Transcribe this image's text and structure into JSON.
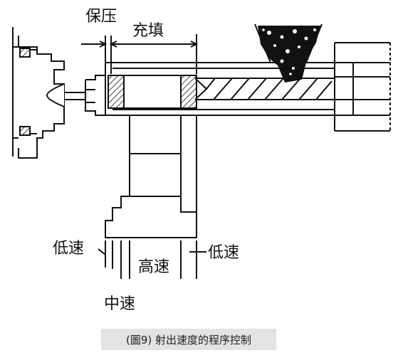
{
  "labels": {
    "hold_pressure": "保压",
    "filling": "充填",
    "low_speed_left": "低速",
    "high_speed": "高速",
    "low_speed_right": "低速",
    "medium_speed": "中速"
  },
  "caption": "(圖9)  射出速度的程序控制",
  "colors": {
    "ink": "#111111",
    "caption_bg": "#e3e3e3"
  }
}
